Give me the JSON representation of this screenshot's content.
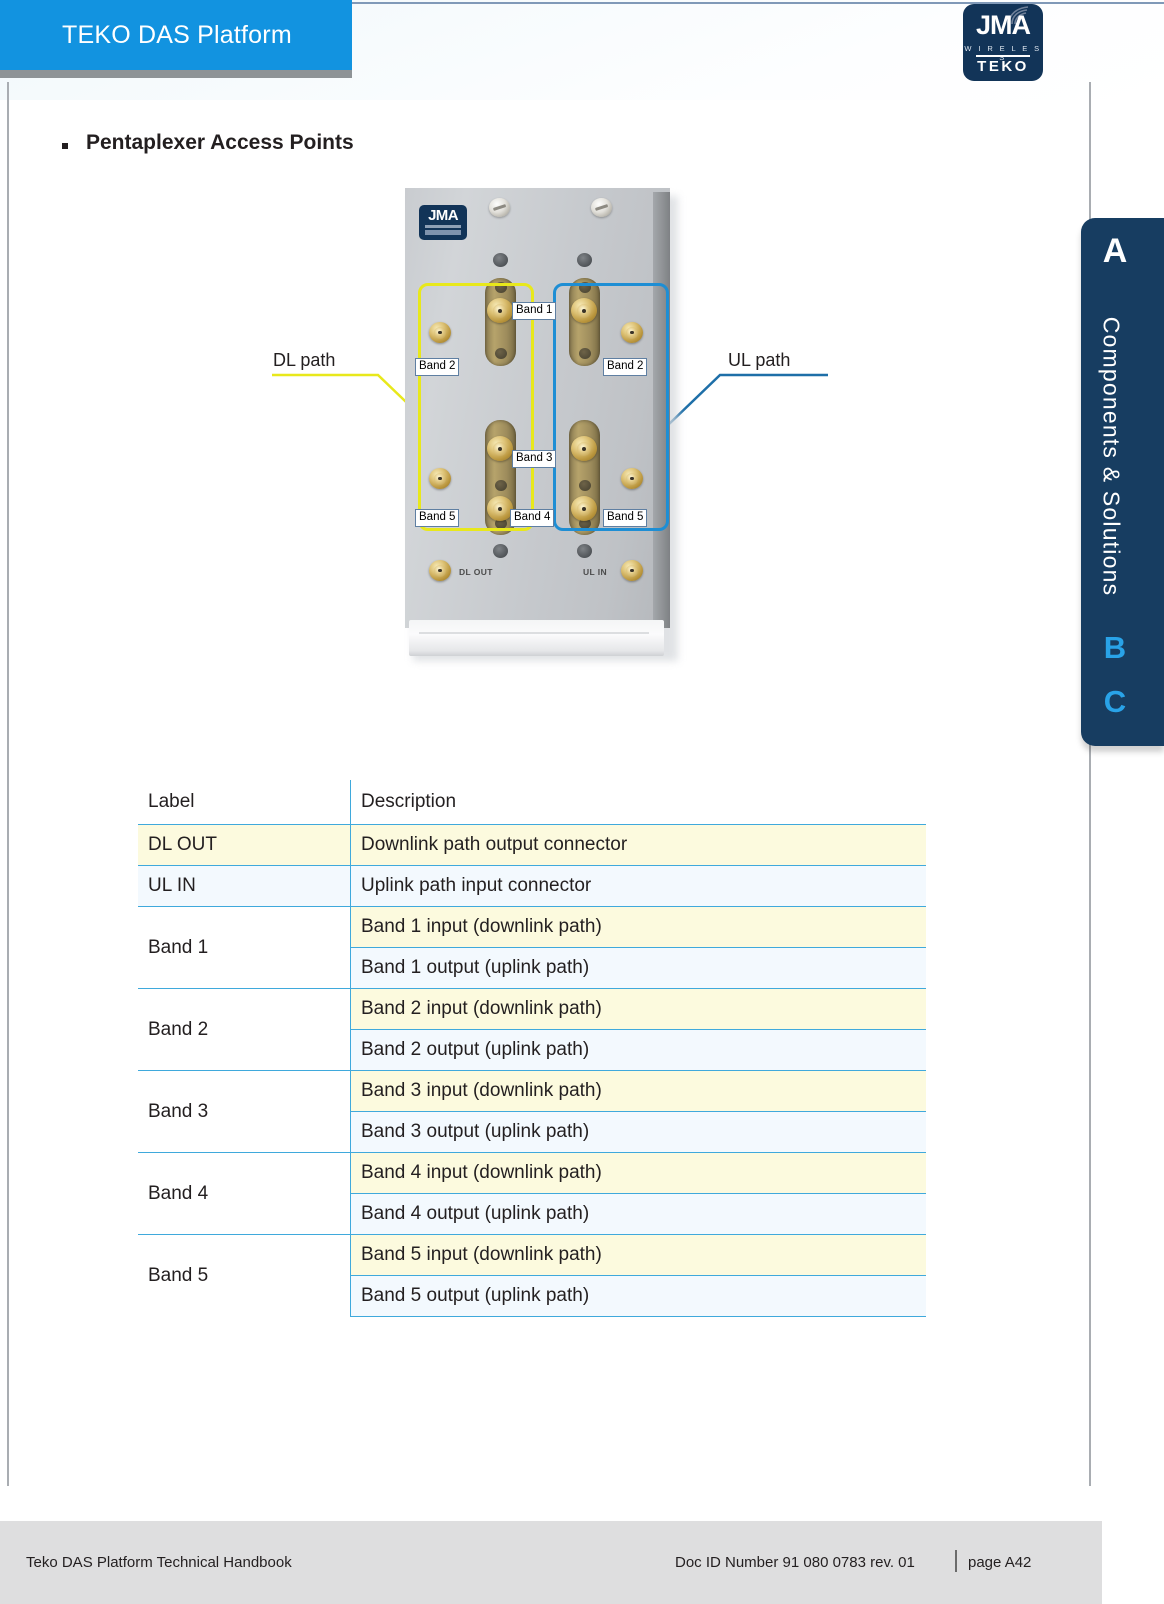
{
  "header": {
    "title": "TEKO DAS Platform",
    "logo": {
      "brand": "JMA",
      "wireless": "W I R E L E S S",
      "teko": "TEKO"
    }
  },
  "section": {
    "bullet_heading": "Pentaplexer Access Points"
  },
  "figure": {
    "dl_callout": "DL path",
    "ul_callout": "UL path",
    "device": {
      "sticker": "JMA",
      "dl_out_label": "DL OUT",
      "ul_in_label": "UL IN"
    },
    "chips": {
      "band1": "Band 1",
      "band2_dl": "Band 2",
      "band2_ul": "Band 2",
      "band3": "Band 3",
      "band4": "Band 4",
      "band5_dl": "Band 5",
      "band5_ul": "Band 5"
    },
    "colors": {
      "dl_highlight": "#e8e81b",
      "ul_highlight": "#1e8ed4"
    }
  },
  "table": {
    "headers": {
      "label": "Label",
      "description": "Description"
    },
    "rows": [
      {
        "label": "DL OUT",
        "descriptions": [
          "Downlink path output connector"
        ]
      },
      {
        "label": "UL IN",
        "descriptions": [
          "Uplink path input connector"
        ]
      },
      {
        "label": "Band 1",
        "descriptions": [
          "Band 1 input (downlink path)",
          "Band 1 output (uplink path)"
        ]
      },
      {
        "label": "Band 2",
        "descriptions": [
          "Band 2 input (downlink path)",
          "Band 2 output (uplink path)"
        ]
      },
      {
        "label": "Band 3",
        "descriptions": [
          "Band 3 input (downlink path)",
          "Band 3 output (uplink path)"
        ]
      },
      {
        "label": "Band 4",
        "descriptions": [
          "Band 4 input (downlink path)",
          "Band 4 output (uplink path)"
        ]
      },
      {
        "label": "Band 5",
        "descriptions": [
          "Band 5 input (downlink path)",
          "Band 5 output (uplink path)"
        ]
      }
    ]
  },
  "side_tab": {
    "active_letter": "A",
    "vertical_label": "Components & Solutions",
    "letter_b": "B",
    "letter_c": "C"
  },
  "footer": {
    "left": "Teko DAS Platform Technical Handbook",
    "doc_id": "Doc ID Number 91 080 0783 rev. 01",
    "page": "page A42"
  }
}
